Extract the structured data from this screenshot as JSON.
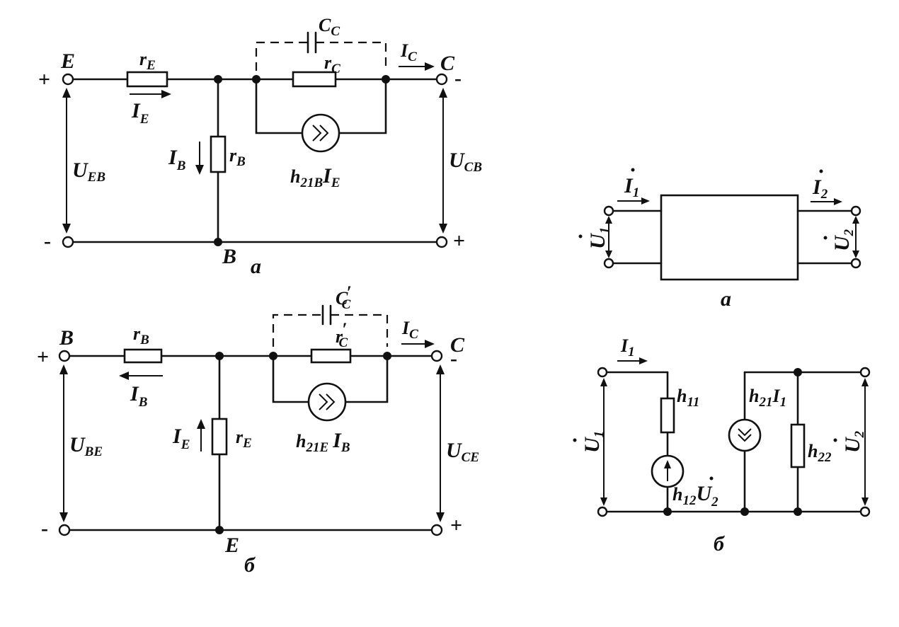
{
  "circuit_a": {
    "terminal_e": "E",
    "terminal_c": "C",
    "node_b": "B",
    "caption": "а",
    "plus_left": "+",
    "minus_left": "-",
    "minus_right": "-",
    "plus_right": "+",
    "re_main": "r",
    "re_sub": "E",
    "ie_main": "I",
    "ie_sub": "E",
    "rc_main": "r",
    "rc_sub": "C",
    "cc_main": "C",
    "cc_sub": "C",
    "ic_main": "I",
    "ic_sub": "C",
    "ib_main": "I",
    "ib_sub": "B",
    "rb_main": "r",
    "rb_sub": "B",
    "src_h": "h",
    "src_h_sub": "21B",
    "src_i": "I",
    "src_i_sub": "E",
    "ueb_main": "U",
    "ueb_sub": "EB",
    "ucb_main": "U",
    "ucb_sub": "CB"
  },
  "circuit_b": {
    "terminal_b": "B",
    "terminal_c": "C",
    "node_e": "E",
    "caption": "б",
    "plus_left": "+",
    "minus_left": "-",
    "minus_right": "-",
    "plus_right": "+",
    "rb_main": "r",
    "rb_sub": "B",
    "ib_main": "I",
    "ib_sub": "B",
    "rc_main": "r",
    "rc_sub": "C",
    "cc_main": "C",
    "cc_sub": "C",
    "ic_main": "I",
    "ic_sub": "C",
    "ie_main": "I",
    "ie_sub": "E",
    "re_main": "r",
    "re_sub": "E",
    "src_h": "h",
    "src_h_sub": "21E",
    "src_i": "I",
    "src_i_sub": "B",
    "ube_main": "U",
    "ube_sub": "BE",
    "uce_main": "U",
    "uce_sub": "CE"
  },
  "quad_a": {
    "i1_main": "I",
    "i1_sub": "1",
    "i2_main": "I",
    "i2_sub": "2",
    "u1_main": "U",
    "u1_sub": "1",
    "u2_main": "U",
    "u2_sub": "2",
    "caption": "а"
  },
  "quad_b": {
    "i1_main": "I",
    "i1_sub": "1",
    "h11_main": "h",
    "h11_sub": "11",
    "h12_main": "h",
    "h12_sub": "12",
    "h12_u": "U",
    "h12_u_sub": "2",
    "h21_main": "h",
    "h21_sub": "21",
    "h21_i": "I",
    "h21_i_sub": "1",
    "h22_main": "h",
    "h22_sub": "22",
    "u1_main": "U",
    "u1_sub": "1",
    "u2_main": "U",
    "u2_sub": "2",
    "caption": "б"
  }
}
